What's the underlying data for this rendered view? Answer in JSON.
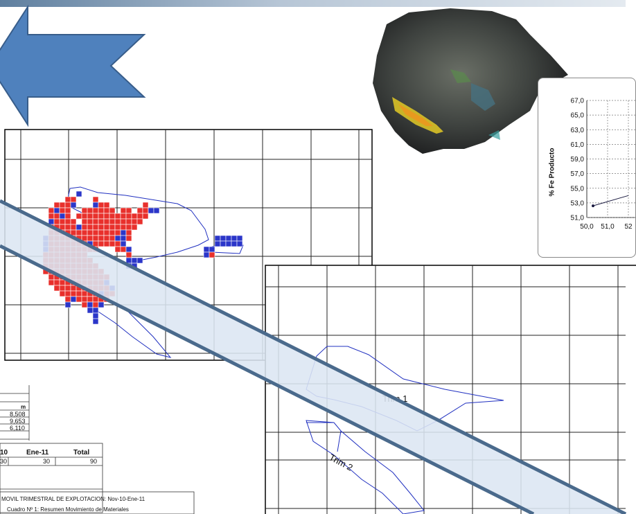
{
  "colors": {
    "arrow_fill": "#4f81bd",
    "arrow_stroke": "#385d8a",
    "band_fill": "#dce6f2",
    "band_edge": "#4a6a8c",
    "block_red": "#e8302c",
    "block_blue": "#2b36c9",
    "outline_blue": "#2030c0"
  },
  "icons": {
    "arrow": "left-arrow-shape",
    "ore_body": "3d-ore-body-render"
  },
  "upper_plan": {
    "label": ""
  },
  "lower_plan": {
    "zone1_label": "Trim  1",
    "zone2_label": "Trim  2"
  },
  "scatter": {
    "chart_data": {
      "type": "scatter",
      "ylabel": "% Fe Producto",
      "xlabel": "",
      "y_ticks": [
        "67,0",
        "65,0",
        "63,0",
        "61,0",
        "59,0",
        "57,0",
        "55,0",
        "53,0",
        "51,0"
      ],
      "x_ticks": [
        "50,0",
        "51,0",
        "52"
      ],
      "ylim": [
        51.0,
        67.0
      ],
      "xlim": [
        50.0,
        52.0
      ],
      "grid": true,
      "series": [
        {
          "points": [
            {
              "x": 50.3,
              "y": 52.6
            },
            {
              "x": 52.0,
              "y": 54.0
            }
          ]
        }
      ]
    }
  },
  "tables": {
    "t1": {
      "header": "m",
      "rows": [
        "8,508",
        "9,653",
        "6,110"
      ]
    },
    "t2": {
      "headers": [
        "10",
        "Ene-11",
        "Total"
      ],
      "values": [
        "30",
        "30",
        "90"
      ]
    },
    "t3": {
      "title": "MOVIL TRIMESTRAL DE EXPLOTACION:  Nov-10-Ene-11",
      "subtitle": "Cuadro Nº 1: Resumen Movimiento de Materiales"
    }
  }
}
